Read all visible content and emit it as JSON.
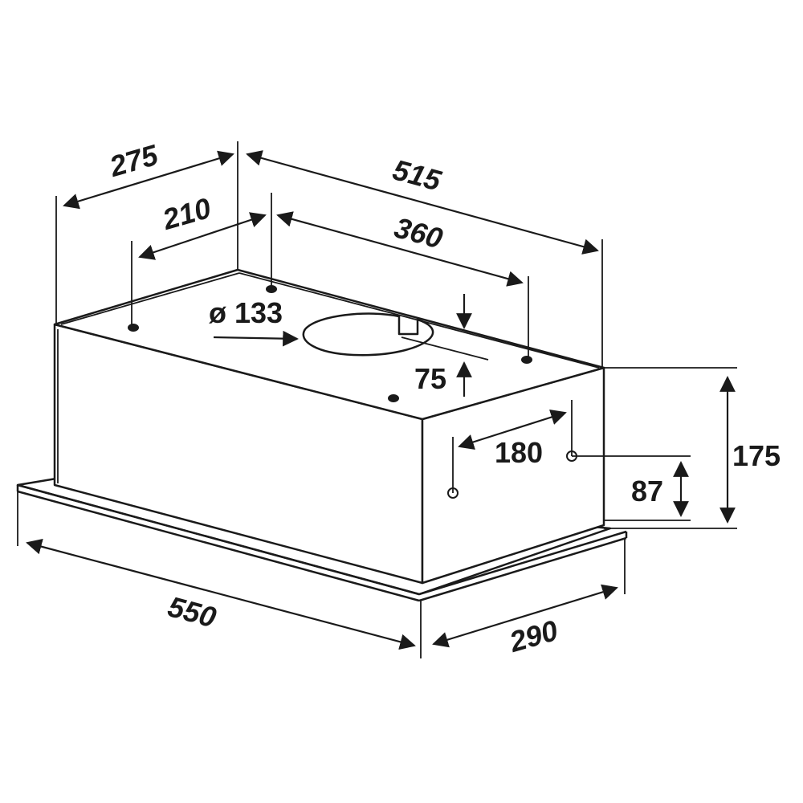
{
  "dimensions": {
    "top_depth": "275",
    "top_width": "515",
    "hole_depth": "210",
    "hole_spacing": "360",
    "duct_diameter": "ø 133",
    "duct_offset": "75",
    "side_hole_spacing": "180",
    "side_hole_height": "87",
    "body_height": "175",
    "frame_width": "550",
    "frame_depth": "290"
  }
}
